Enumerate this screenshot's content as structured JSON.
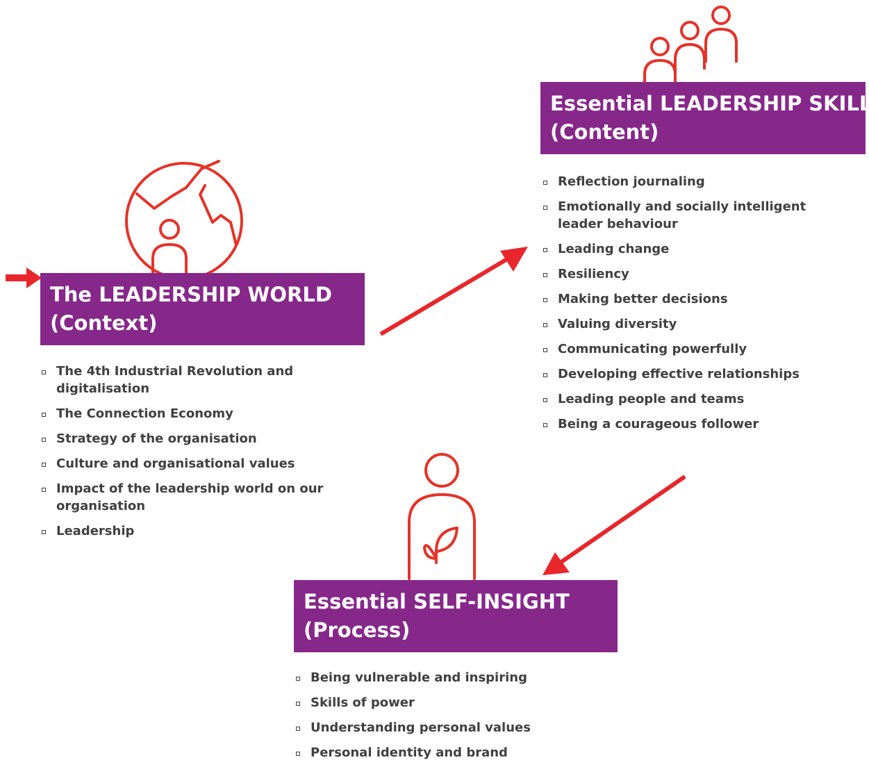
{
  "colors": {
    "panel": "#86278a",
    "icon": "#e53228",
    "arrow": "#e8262b",
    "text": "#404040"
  },
  "icons": {
    "world": "globe-with-person-icon",
    "skills": "group-of-people-icon",
    "insight": "person-with-plant-icon"
  },
  "world": {
    "title_line1": "The LEADERSHIP WORLD",
    "title_line2": "(Context)",
    "items": [
      "The 4th Industrial Revolution and digitalisation",
      "The Connection Economy",
      "Strategy of the organisation",
      "Culture and organisational values",
      "Impact of the leadership world on our organisation",
      "Leadership"
    ]
  },
  "skills": {
    "title_line1": "Essential LEADERSHIP SKILLS",
    "title_line2": "(Content)",
    "items": [
      "Reflection journaling",
      "Emotionally and socially intelligent leader behaviour",
      "Leading change",
      "Resiliency",
      "Making better decisions",
      "Valuing diversity",
      "Communicating powerfully",
      "Developing effective relationships",
      "Leading people and teams",
      "Being a courageous follower"
    ]
  },
  "insight": {
    "title_line1": "Essential SELF-INSIGHT",
    "title_line2": "(Process)",
    "items": [
      "Being vulnerable and inspiring",
      "Skills of power",
      "Understanding personal values",
      "Personal identity and brand"
    ]
  }
}
